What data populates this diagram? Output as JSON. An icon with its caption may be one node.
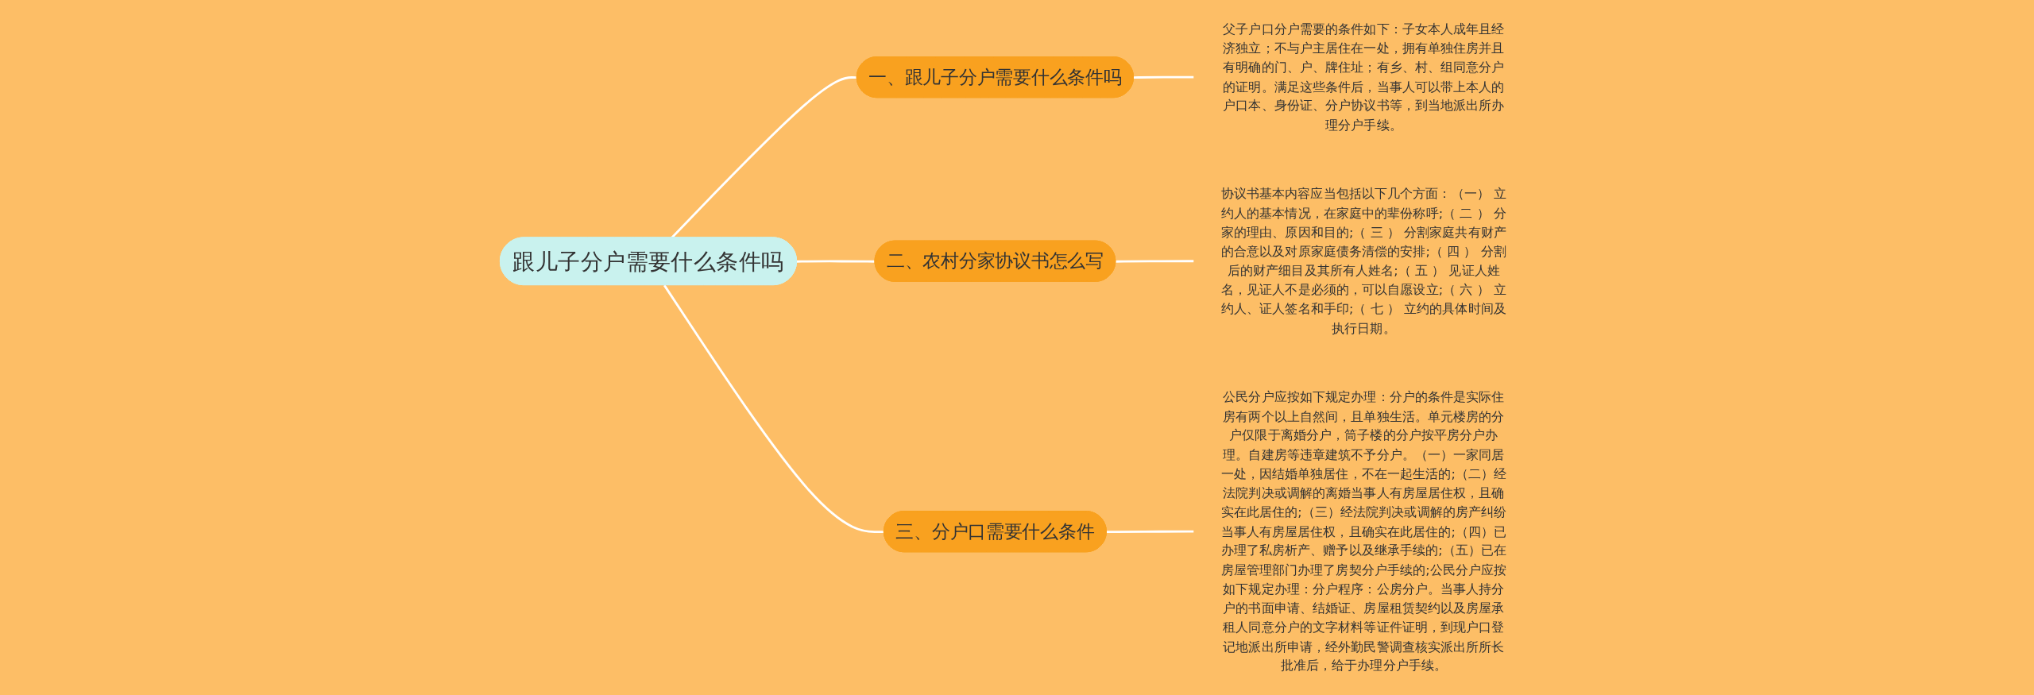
{
  "diagram": {
    "nodes": [
      {
        "text": [
          "跟儿子分户需要什么条件吗"
        ]
      },
      {
        "text": [
          "一、跟儿子分户需要什么条件吗"
        ]
      },
      {
        "text": [
          "父子户口分户需要的条件如下：子女本人成年且经济独立；不与户主居住在一处，拥有单独住房并且有明确的门、户、牌住址；有乡、村、组同意分户的证明。满足这些条件后，当事人可以带上本人的户口本、身份证、分户协议书等，到当地派出所办理分户手续。"
        ]
      },
      {
        "text": [
          "二、农村分家协议书怎么写"
        ]
      },
      {
        "text": [
          "协议书基本内容应当包括以下几个方面：（一） 立约人的基本情况，在家庭中的辈份称呼;（ 二 ） 分家的理由、原因和目的;（ 三 ） 分割家庭共有财产的合意以及对原家庭债务清偿的安排;（ 四 ） 分割后的财产细目及其所有人姓名;（ 五 ） 见证人姓名，见证人不是必须的，可以自愿设立;（ 六 ） 立约人、证人签名和手印;（ 七 ） 立约的具体时间及执行日期。"
        ]
      },
      {
        "text": [
          "三、分户口需要什么条件"
        ]
      },
      {
        "text": [
          "公民分户应按如下规定办理：分户的条件是实际住房有两个以上自然间，且单独生活。单元楼房的分户仅限于离婚分户，筒子楼的分户按平房分户办理。自建房等违章建筑不予分户。（一）一家同居一处，因结婚单独居住，不在一起生活的;（二）经法院判决或调解的离婚当事人有房屋居住权，且确实在此居住的;（三）经法院判决或调解的房产纠纷当事人有房屋居住权，且确实在此居住的;（四）已办理了私房析产、赠予以及继承手续的;（五）已在房屋管理部门办理了房契分户手续的;公民分户应按如下规定办理：分户程序：公房分户。当事人持分户的书面申请、结婚证、房屋租赁契约以及房屋承租人同意分户的文字材料等证件证明，到现户口登记地派出所申请，经外勤民警调查核实派出所所长批准后，给于办理分户手续。"
        ]
      }
    ],
    "edges": [
      {
        "from": 0,
        "to": 1,
        "arrow": "none"
      },
      {
        "from": 1,
        "to": 2,
        "arrow": "none"
      },
      {
        "from": 0,
        "to": 3,
        "arrow": "none"
      },
      {
        "from": 3,
        "to": 4,
        "arrow": "none"
      },
      {
        "from": 0,
        "to": 5,
        "arrow": "none"
      },
      {
        "from": 5,
        "to": 6,
        "arrow": "none"
      }
    ]
  }
}
